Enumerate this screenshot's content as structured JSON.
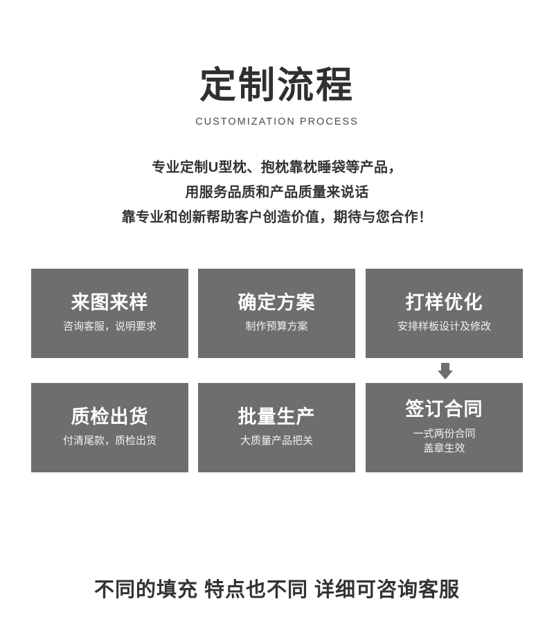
{
  "header": {
    "title": "定制流程",
    "subtitle": "CUSTOMIZATION PROCESS"
  },
  "intro": {
    "lines": [
      "专业定制U型枕、抱枕靠枕睡袋等产品，",
      "用服务品质和产品质量来说话",
      "靠专业和创新帮助客户创造价值，期待与您合作！"
    ]
  },
  "flow": {
    "box_color": "#6e6e6e",
    "title_color": "#ffffff",
    "rows": [
      {
        "direction": "right",
        "steps": [
          {
            "title": "来图来样",
            "desc_lines": [
              "咨询客服，说明要求"
            ]
          },
          {
            "title": "确定方案",
            "desc_lines": [
              "制作预算方案"
            ]
          },
          {
            "title": "打样优化",
            "desc_lines": [
              "安排样板设计及修改"
            ]
          }
        ],
        "arrows": [
          "arrow-right-icon",
          "arrow-right-icon"
        ]
      },
      {
        "direction": "left",
        "steps": [
          {
            "title": "质检出货",
            "desc_lines": [
              "付清尾款，质检出货"
            ]
          },
          {
            "title": "批量生产",
            "desc_lines": [
              "大质量产品把关"
            ]
          },
          {
            "title": "签订合同",
            "desc_lines": [
              "一式两份合同",
              "盖章生效"
            ]
          }
        ],
        "arrows": [
          "arrow-left-icon",
          "arrow-left-icon"
        ]
      }
    ],
    "row_connector": "arrow-down-icon"
  },
  "footer": {
    "text": "不同的填充 特点也不同 详细可咨询客服"
  },
  "colors": {
    "background": "#ffffff",
    "text": "#333333",
    "box": "#6e6e6e",
    "title": "#2f2f2f"
  }
}
